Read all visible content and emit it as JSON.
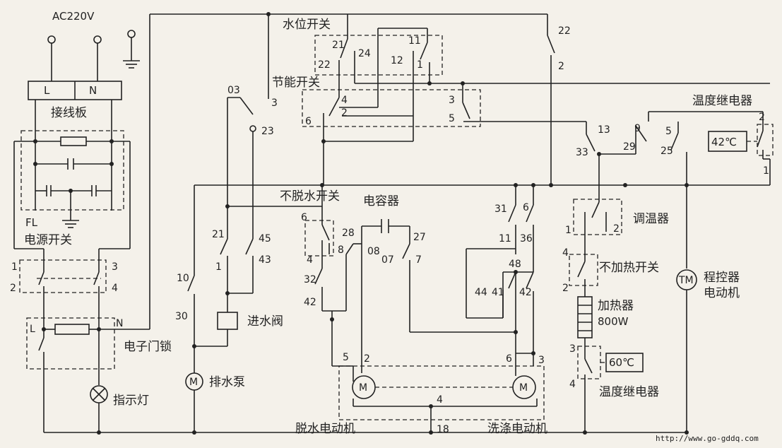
{
  "supply": {
    "voltage": "AC220V",
    "L": "L",
    "N": "N"
  },
  "labels": {
    "terminal_board": "接线板",
    "filter": "FL",
    "power_switch": "电源开关",
    "door_lock": "电子门锁",
    "door_lock_L": "L",
    "door_lock_N": "N",
    "indicator": "指示灯",
    "drain_pump": "排水泵",
    "inlet_valve": "进水阀",
    "water_level_switch": "水位开关",
    "energy_switch": "节能开关",
    "no_spin_switch": "不脱水开关",
    "capacitor": "电容器",
    "thermostat": "调温器",
    "no_heat_switch": "不加热开关",
    "heater": "加热器",
    "heater_power": "800W",
    "temp_relay_top": "温度继电器",
    "temp_relay_bottom": "温度继电器",
    "temp_42": "42℃",
    "temp_60": "60℃",
    "program_motor_line1": "程控器",
    "program_motor_line2": "电动机",
    "program_motor_symbol": "TM",
    "spin_motor": "脱水电动机",
    "wash_motor": "洗涤电动机",
    "motor_symbol": "M",
    "url": "http://www.go-gddq.com"
  },
  "terminals": {
    "t03": "03",
    "t3": "3",
    "t23": "23",
    "t22a": "22",
    "t21a": "21",
    "t24": "24",
    "t11a": "11",
    "t12": "12",
    "t1a": "1",
    "t22b": "22",
    "t2a": "2",
    "t4a": "4",
    "t2b": "2",
    "t3b": "3",
    "t6a": "6",
    "t5a": "5",
    "t13": "13",
    "t33": "33",
    "t9": "9",
    "t29": "29",
    "t5b": "5",
    "t25": "25",
    "t2c": "2",
    "t1b": "1",
    "t21b": "21",
    "t1c": "1",
    "t45": "45",
    "t43": "43",
    "t10": "10",
    "t30": "30",
    "t6b": "6",
    "t4b": "4",
    "t28": "28",
    "t8": "8",
    "t08": "08",
    "t07": "07",
    "t27": "27",
    "t7": "7",
    "t32": "32",
    "t42a": "42",
    "t31": "31",
    "t6c": "6",
    "t11b": "11",
    "t36": "36",
    "t48": "48",
    "t44": "44",
    "t41": "41",
    "t42b": "42",
    "t1d": "1",
    "t2d": "2",
    "t4c": "4",
    "t2e": "2",
    "t3c": "3",
    "t4d": "4",
    "t5c": "5",
    "t2f": "2",
    "t6d": "6",
    "t3d": "3",
    "t4e": "4",
    "t18": "18",
    "pl1": "1",
    "pl2": "2",
    "pl3": "3",
    "pl4": "4"
  }
}
